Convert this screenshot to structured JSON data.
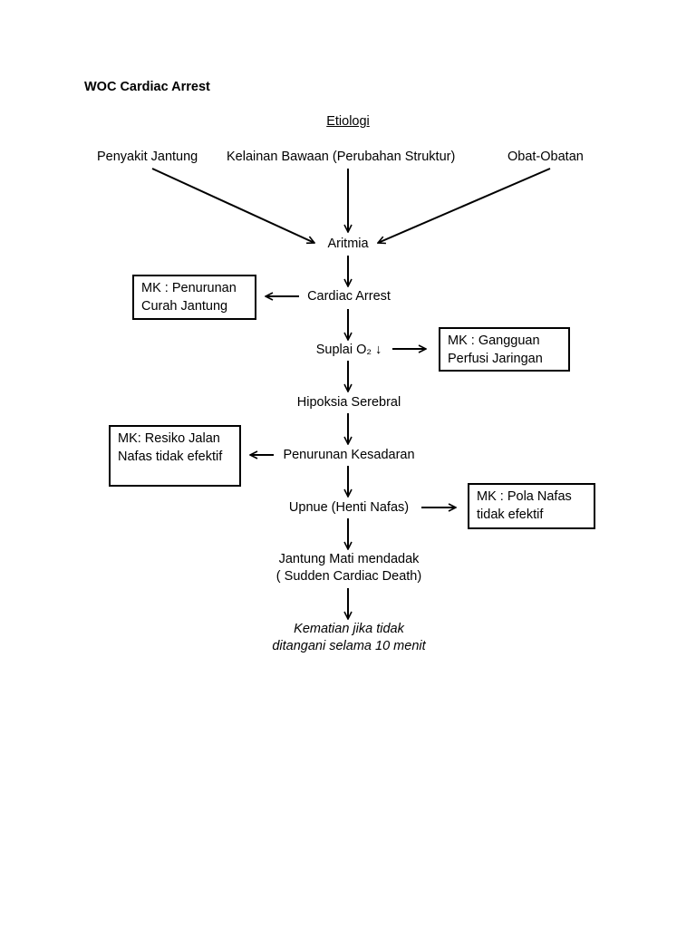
{
  "title": "WOC Cardiac Arrest",
  "etiologi": "Etiologi",
  "causes": {
    "left": "Penyakit Jantung",
    "middle": "Kelainan Bawaan (Perubahan Struktur)",
    "right": "Obat-Obatan"
  },
  "flow": {
    "aritmia": "Aritmia",
    "cardiac_arrest": "Cardiac Arrest",
    "suplai": "Suplai O₂ ↓",
    "hipoksia": "Hipoksia Serebral",
    "penurunan_kesadaran": "Penurunan Kesadaran",
    "upnue": "Upnue (Henti Nafas)",
    "jantung_mati_1": "Jantung Mati mendadak",
    "jantung_mati_2": "( Sudden Cardiac Death)",
    "kematian_1": "Kematian jika tidak",
    "kematian_2": "ditangani selama 10 menit"
  },
  "boxes": {
    "curah_jantung": [
      "MK : Penurunan",
      "Curah Jantung"
    ],
    "perfusi": [
      "MK : Gangguan",
      "Perfusi Jaringan"
    ],
    "jalan_nafas": [
      "MK: Resiko Jalan",
      "Nafas tidak efektif"
    ],
    "pola_nafas": [
      "MK : Pola Nafas",
      "tidak efektif"
    ]
  }
}
